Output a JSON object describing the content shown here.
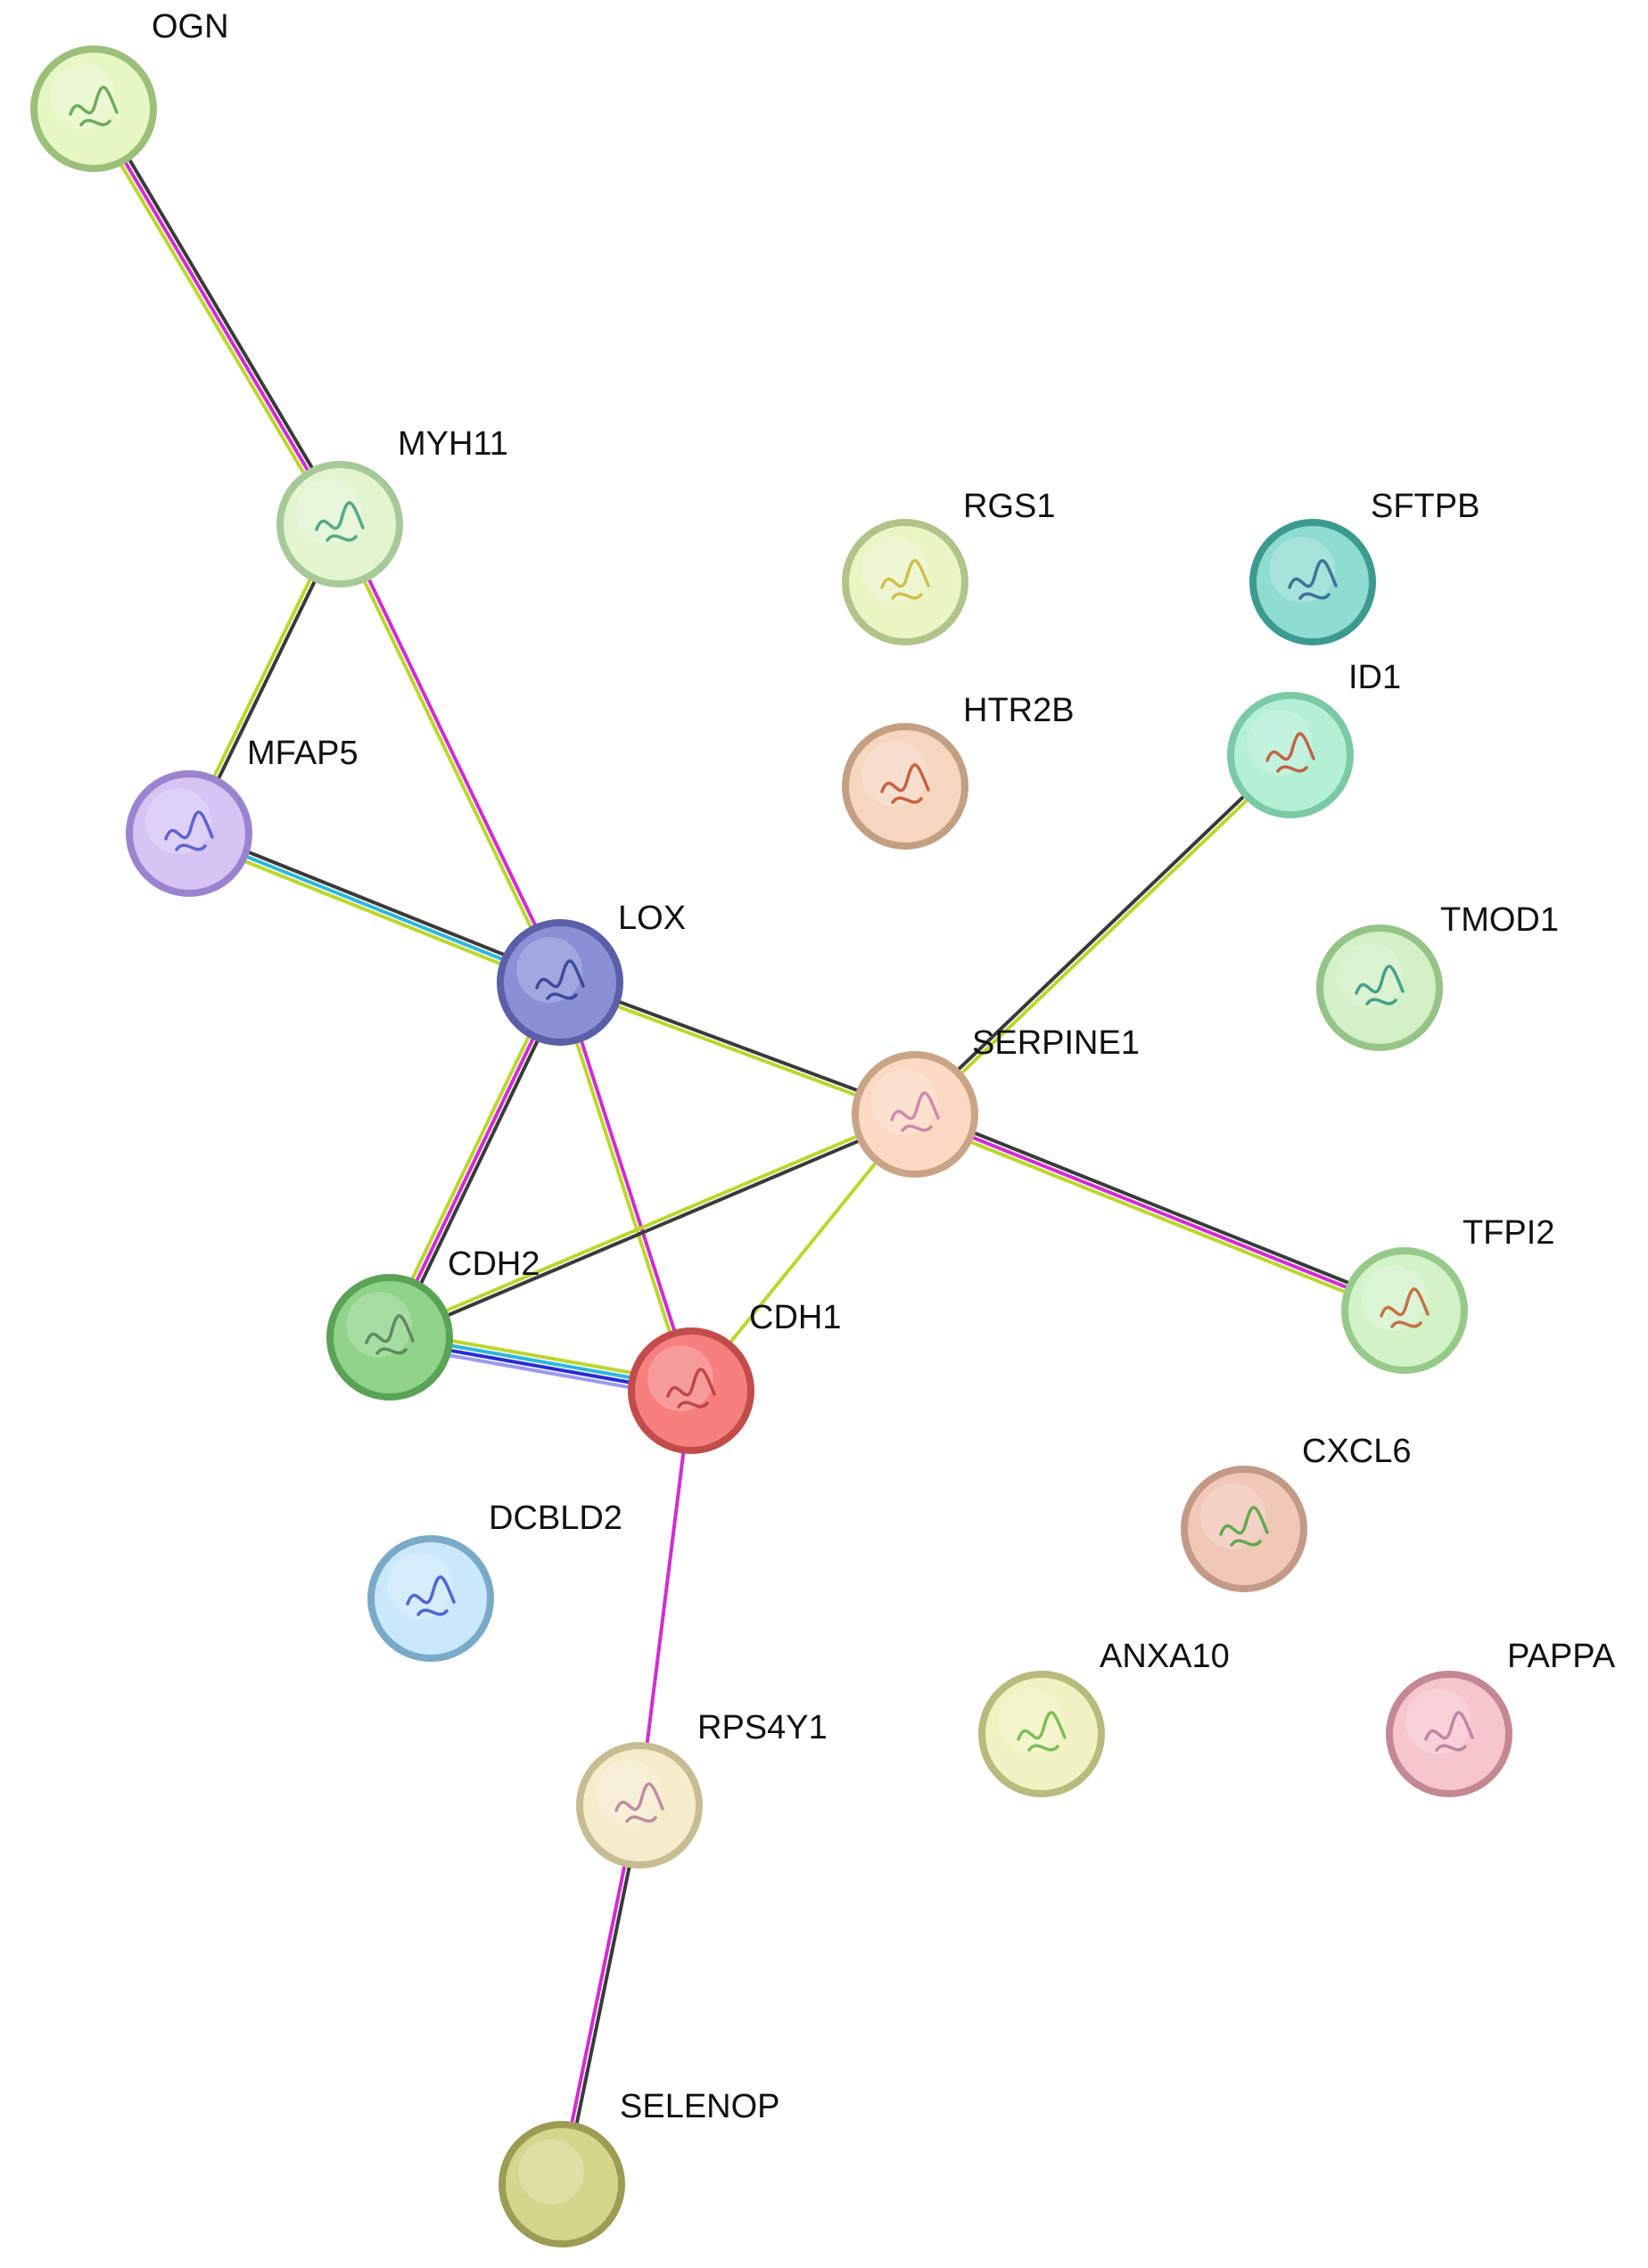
{
  "nodes": [
    {
      "id": "OGN",
      "label": "OGN",
      "fill": "#e6f7c4",
      "stroke": "#9cbf7a",
      "glyph": "#55a04a"
    },
    {
      "id": "MYH11",
      "label": "MYH11",
      "fill": "#e2f5cf",
      "stroke": "#a9c89a",
      "glyph": "#3a9a7a"
    },
    {
      "id": "MFAP5",
      "label": "MFAP5",
      "fill": "#d5c4f4",
      "stroke": "#9b84cf",
      "glyph": "#4b4fc9"
    },
    {
      "id": "LOX",
      "label": "LOX",
      "fill": "#8a8fd6",
      "stroke": "#5a5fa8",
      "glyph": "#2d3a8f"
    },
    {
      "id": "SERPINE1",
      "label": "SERPINE1",
      "fill": "#fbd9c2",
      "stroke": "#c9a487",
      "glyph": "#c77aa8"
    },
    {
      "id": "CDH2",
      "label": "CDH2",
      "fill": "#8fd488",
      "stroke": "#5aa255",
      "glyph": "#557a55"
    },
    {
      "id": "CDH1",
      "label": "CDH1",
      "fill": "#f77f7f",
      "stroke": "#c24c4c",
      "glyph": "#b13a3a"
    },
    {
      "id": "RGS1",
      "label": "RGS1",
      "fill": "#eaf5c4",
      "stroke": "#b0c48a",
      "glyph": "#c9b53a"
    },
    {
      "id": "SFTPB",
      "label": "SFTPB",
      "fill": "#8fdcd0",
      "stroke": "#3d9a8f",
      "glyph": "#2c5d8f"
    },
    {
      "id": "HTR2B",
      "label": "HTR2B",
      "fill": "#f7d6bf",
      "stroke": "#c3a083",
      "glyph": "#c24a2a"
    },
    {
      "id": "ID1",
      "label": "ID1",
      "fill": "#b3f0d5",
      "stroke": "#7ccaa5",
      "glyph": "#c24a2a"
    },
    {
      "id": "TMOD1",
      "label": "TMOD1",
      "fill": "#d3f0c6",
      "stroke": "#96c488",
      "glyph": "#2c8f7f"
    },
    {
      "id": "TFPI2",
      "label": "TFPI2",
      "fill": "#d2f2c8",
      "stroke": "#96c98a",
      "glyph": "#c25a2a"
    },
    {
      "id": "CXCL6",
      "label": "CXCL6",
      "fill": "#f1c7b7",
      "stroke": "#c39a87",
      "glyph": "#4aa040"
    },
    {
      "id": "DCBLD2",
      "label": "DCBLD2",
      "fill": "#c9e8fb",
      "stroke": "#7aaac7",
      "glyph": "#3a4fc9"
    },
    {
      "id": "ANXA10",
      "label": "ANXA10",
      "fill": "#f1f2c2",
      "stroke": "#b8ba7e",
      "glyph": "#6ab340"
    },
    {
      "id": "PAPPA",
      "label": "PAPPA",
      "fill": "#f6c5cd",
      "stroke": "#c48892",
      "glyph": "#b57a9a"
    },
    {
      "id": "RPS4Y1",
      "label": "RPS4Y1",
      "fill": "#f6eccb",
      "stroke": "#c8bc94",
      "glyph": "#b57a9a"
    },
    {
      "id": "SELENOP",
      "label": "SELENOP",
      "fill": "#d6d58c",
      "stroke": "#9d9c55",
      "glyph": null
    }
  ],
  "edge_colors": {
    "black": "#3a3a3a",
    "yellow_green": "#bcd62b",
    "magenta": "#d22cd2",
    "cyan": "#2cb7e0",
    "blue": "#2b2bd6",
    "lavender": "#9a9af0"
  },
  "edges": [
    {
      "source": "OGN",
      "target": "MYH11",
      "channels": [
        "black",
        "magenta",
        "yellow_green"
      ]
    },
    {
      "source": "MYH11",
      "target": "MFAP5",
      "channels": [
        "black",
        "yellow_green"
      ]
    },
    {
      "source": "MYH11",
      "target": "LOX",
      "channels": [
        "magenta",
        "yellow_green"
      ]
    },
    {
      "source": "MFAP5",
      "target": "LOX",
      "channels": [
        "black",
        "cyan",
        "yellow_green"
      ]
    },
    {
      "source": "LOX",
      "target": "SERPINE1",
      "channels": [
        "black",
        "yellow_green"
      ]
    },
    {
      "source": "LOX",
      "target": "CDH2",
      "channels": [
        "black",
        "magenta",
        "yellow_green"
      ]
    },
    {
      "source": "LOX",
      "target": "CDH1",
      "channels": [
        "magenta",
        "yellow_green"
      ]
    },
    {
      "source": "SERPINE1",
      "target": "ID1",
      "channels": [
        "black",
        "yellow_green"
      ]
    },
    {
      "source": "SERPINE1",
      "target": "TFPI2",
      "channels": [
        "black",
        "magenta",
        "yellow_green"
      ]
    },
    {
      "source": "SERPINE1",
      "target": "CDH2",
      "channels": [
        "black",
        "yellow_green"
      ]
    },
    {
      "source": "SERPINE1",
      "target": "CDH1",
      "channels": [
        "yellow_green"
      ]
    },
    {
      "source": "CDH2",
      "target": "CDH1",
      "channels": [
        "yellow_green",
        "cyan",
        "blue",
        "lavender"
      ]
    },
    {
      "source": "CDH1",
      "target": "RPS4Y1",
      "channels": [
        "magenta"
      ]
    },
    {
      "source": "RPS4Y1",
      "target": "SELENOP",
      "channels": [
        "black",
        "magenta"
      ]
    }
  ]
}
